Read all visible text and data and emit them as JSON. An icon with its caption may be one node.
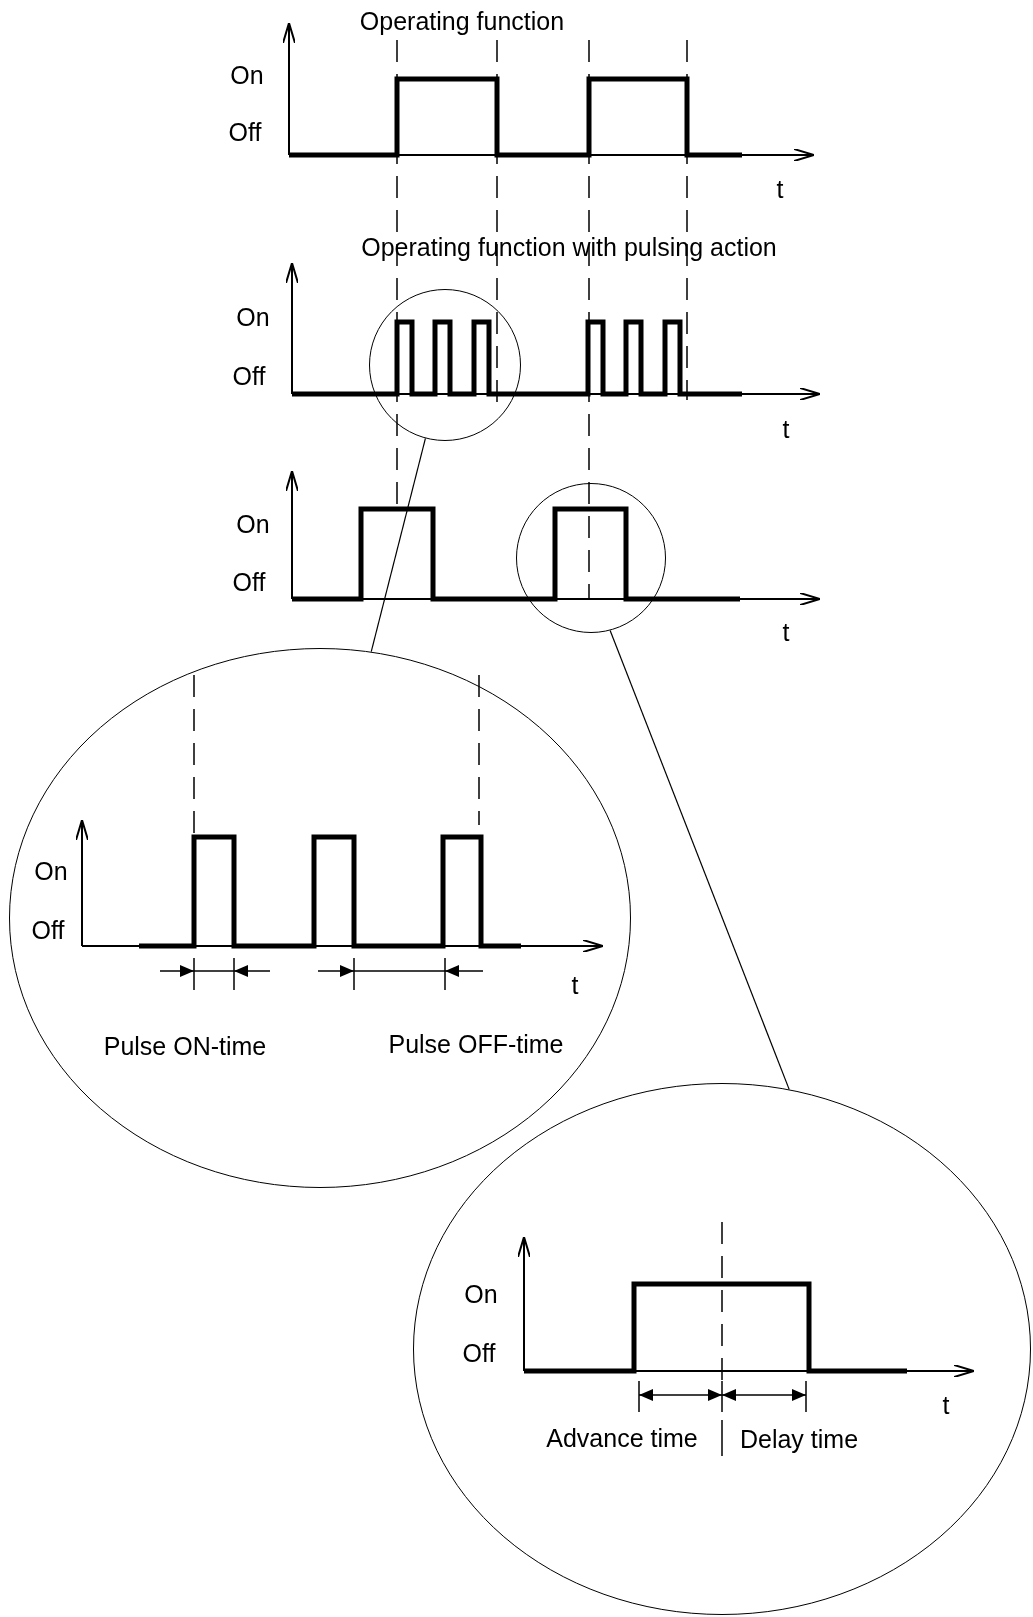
{
  "diagram": {
    "nodes": [
      {
        "text": [],
        "shape": "circle"
      },
      {
        "text": [
          "On",
          "Off",
          "t",
          "Pulse ON-time",
          "Pulse OFF-time"
        ]
      },
      {
        "text": [],
        "shape": "circle"
      },
      {
        "text": [
          "On",
          "Off",
          "t",
          "Advance time",
          "Delay time"
        ]
      }
    ],
    "edges": [
      {
        "from": 0,
        "to": 1,
        "arrow": "none"
      },
      {
        "from": 2,
        "to": 3,
        "arrow": "none"
      }
    ],
    "labels": [
      "Operating function",
      "On",
      "Off",
      "t",
      "Operating function with pulsing action",
      "On",
      "Off",
      "t",
      "On",
      "Off",
      "t"
    ]
  }
}
